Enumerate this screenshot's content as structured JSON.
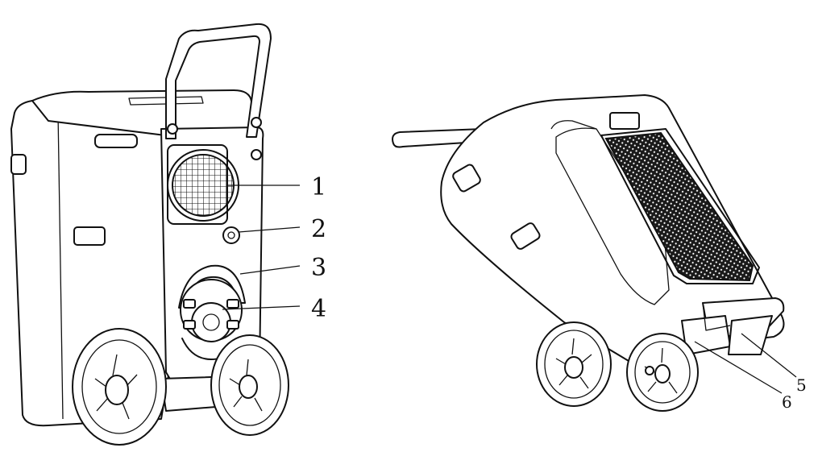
{
  "figure": {
    "colors": {
      "line": "#111111",
      "background": "#ffffff"
    },
    "left_view": {
      "callouts": [
        {
          "number": "1"
        },
        {
          "number": "2"
        },
        {
          "number": "3"
        },
        {
          "number": "4"
        }
      ]
    },
    "right_view": {
      "callouts": [
        {
          "number": "5"
        },
        {
          "number": "6"
        }
      ]
    }
  }
}
